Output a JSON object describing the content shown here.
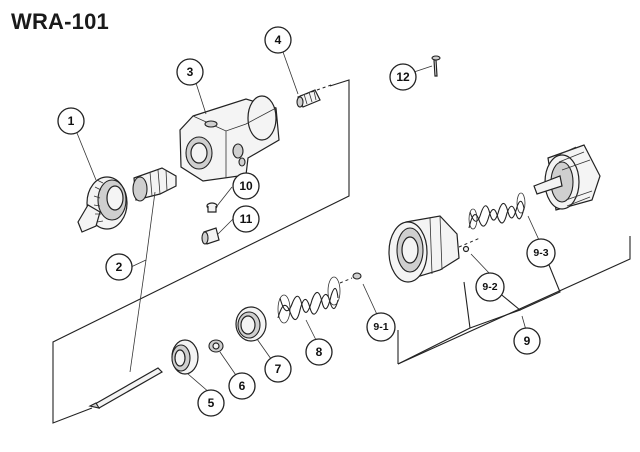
{
  "title": "WRA-101",
  "callouts": {
    "c1": "1",
    "c2": "2",
    "c3": "3",
    "c4": "4",
    "c5": "5",
    "c6": "6",
    "c7": "7",
    "c8": "8",
    "c9": "9",
    "c9_1": "9-1",
    "c9_2": "9-2",
    "c9_3": "9-3",
    "c10": "10",
    "c11": "11",
    "c12": "12"
  }
}
